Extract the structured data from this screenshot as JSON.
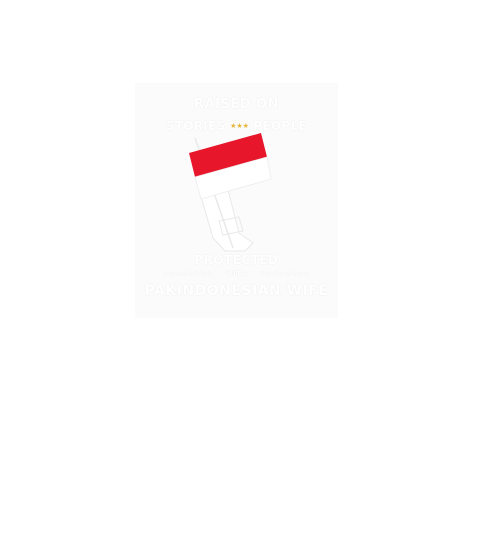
{
  "design": {
    "line1": "RAISED ON",
    "line2_left": "STORIES",
    "line2_stars": "★★★",
    "line2_right": "PEOPLE",
    "line3": "PROTECTED",
    "line4_left": ">>>>>>>>",
    "line4_middle": "WITH",
    "line4_right": "<<<<<<<<",
    "line5": "PAKINDONESIAN WIFE",
    "colors": {
      "flag_red": "#e8162b",
      "flag_white": "#ffffff",
      "star_gold": "#e7b73a",
      "background": "#ffffff"
    }
  }
}
